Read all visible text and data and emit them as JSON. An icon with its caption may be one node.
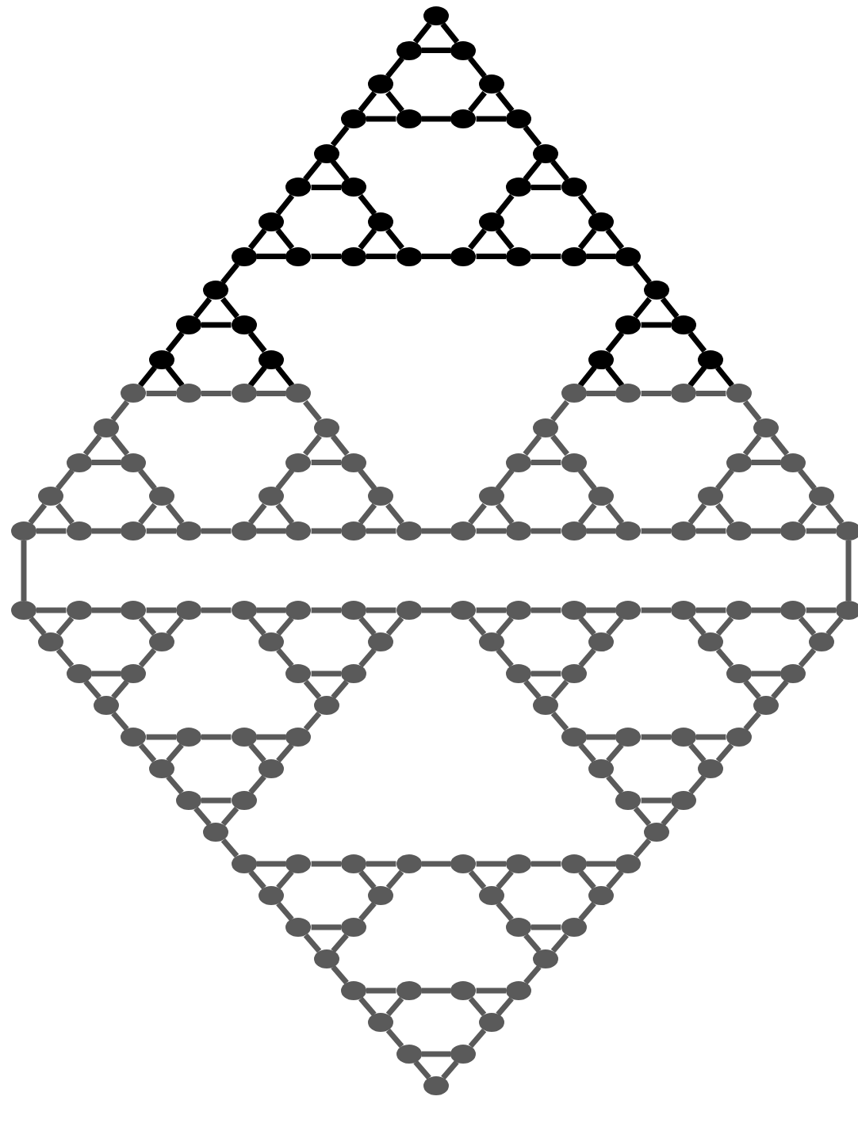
{
  "diagram": {
    "nodes": [
      {
        "text": [],
        "shape": "circle"
      },
      {
        "text": [],
        "shape": "circle"
      },
      {
        "text": [],
        "shape": "circle"
      },
      {
        "text": [],
        "shape": "circle"
      },
      {
        "text": [],
        "shape": "circle"
      },
      {
        "text": [],
        "shape": "circle"
      },
      {
        "text": [],
        "shape": "circle"
      },
      {
        "text": [],
        "shape": "circle"
      },
      {
        "text": [],
        "shape": "circle"
      },
      {
        "text": [],
        "shape": "circle"
      },
      {
        "text": [],
        "shape": "circle"
      },
      {
        "text": [],
        "shape": "circle"
      },
      {
        "text": [],
        "shape": "circle"
      },
      {
        "text": [],
        "shape": "circle"
      },
      {
        "text": [],
        "shape": "circle"
      },
      {
        "text": [],
        "shape": "circle"
      },
      {
        "text": [],
        "shape": "circle"
      },
      {
        "text": [],
        "shape": "circle"
      },
      {
        "text": [],
        "shape": "circle"
      },
      {
        "text": [],
        "shape": "circle"
      },
      {
        "text": [],
        "shape": "circle"
      },
      {
        "text": [],
        "shape": "circle"
      },
      {
        "text": [],
        "shape": "circle"
      },
      {
        "text": [],
        "shape": "circle"
      },
      {
        "text": [],
        "shape": "circle"
      },
      {
        "text": [],
        "shape": "circle"
      },
      {
        "text": [],
        "shape": "circle"
      },
      {
        "text": [],
        "shape": "circle"
      },
      {
        "text": [],
        "shape": "circle"
      },
      {
        "text": [],
        "shape": "circle"
      },
      {
        "text": [],
        "shape": "circle"
      },
      {
        "text": [],
        "shape": "circle"
      },
      {
        "text": [],
        "shape": "circle"
      },
      {
        "text": [],
        "shape": "circle"
      },
      {
        "text": [],
        "shape": "circle"
      },
      {
        "text": [],
        "shape": "circle"
      },
      {
        "text": [],
        "shape": "circle"
      },
      {
        "text": [],
        "shape": "circle"
      },
      {
        "text": [],
        "shape": "circle"
      },
      {
        "text": [],
        "shape": "circle"
      },
      {
        "text": [],
        "shape": "circle"
      },
      {
        "text": [],
        "shape": "circle"
      },
      {
        "text": [],
        "shape": "circle"
      },
      {
        "text": [],
        "shape": "circle"
      },
      {
        "text": [],
        "shape": "circle"
      },
      {
        "text": [],
        "shape": "circle"
      },
      {
        "text": [],
        "shape": "circle"
      },
      {
        "text": [],
        "shape": "circle"
      },
      {
        "text": [],
        "shape": "circle"
      },
      {
        "text": [],
        "shape": "circle"
      },
      {
        "text": [],
        "shape": "circle"
      },
      {
        "text": [],
        "shape": "circle"
      },
      {
        "text": [],
        "shape": "circle"
      },
      {
        "text": [],
        "shape": "circle"
      },
      {
        "text": [],
        "shape": "circle"
      },
      {
        "text": [],
        "shape": "circle"
      },
      {
        "text": [],
        "shape": "circle"
      },
      {
        "text": [],
        "shape": "circle"
      },
      {
        "text": [],
        "shape": "circle"
      },
      {
        "text": [],
        "shape": "circle"
      },
      {
        "text": [],
        "shape": "circle"
      },
      {
        "text": [],
        "shape": "circle"
      },
      {
        "text": [],
        "shape": "circle"
      },
      {
        "text": [],
        "shape": "circle"
      },
      {
        "text": [],
        "shape": "circle"
      },
      {
        "text": [],
        "shape": "circle"
      },
      {
        "text": [],
        "shape": "circle"
      },
      {
        "text": [],
        "shape": "circle"
      },
      {
        "text": [],
        "shape": "circle"
      },
      {
        "text": [],
        "shape": "circle"
      },
      {
        "text": [],
        "shape": "circle"
      },
      {
        "text": [],
        "shape": "circle"
      },
      {
        "text": [],
        "shape": "circle"
      },
      {
        "text": [],
        "shape": "circle"
      },
      {
        "text": [],
        "shape": "circle"
      },
      {
        "text": [],
        "shape": "circle"
      },
      {
        "text": [],
        "shape": "circle"
      },
      {
        "text": [],
        "shape": "circle"
      },
      {
        "text": [],
        "shape": "circle"
      },
      {
        "text": [],
        "shape": "circle"
      },
      {
        "text": [],
        "shape": "circle"
      },
      {
        "text": [],
        "shape": "circle"
      },
      {
        "text": [],
        "shape": "circle"
      },
      {
        "text": [],
        "shape": "circle"
      },
      {
        "text": [],
        "shape": "circle"
      },
      {
        "text": [],
        "shape": "circle"
      },
      {
        "text": [],
        "shape": "circle"
      },
      {
        "text": [],
        "shape": "circle"
      },
      {
        "text": [],
        "shape": "circle"
      },
      {
        "text": [],
        "shape": "circle"
      },
      {
        "text": [],
        "shape": "circle"
      },
      {
        "text": [],
        "shape": "circle"
      },
      {
        "text": [],
        "shape": "circle"
      },
      {
        "text": [],
        "shape": "circle"
      },
      {
        "text": [],
        "shape": "circle"
      },
      {
        "text": [],
        "shape": "circle"
      },
      {
        "text": [],
        "shape": "circle"
      },
      {
        "text": [],
        "shape": "circle"
      },
      {
        "text": [],
        "shape": "circle"
      },
      {
        "text": [],
        "shape": "circle"
      },
      {
        "text": [],
        "shape": "circle"
      },
      {
        "text": [],
        "shape": "circle"
      },
      {
        "text": [],
        "shape": "circle"
      },
      {
        "text": [],
        "shape": "circle"
      },
      {
        "text": [],
        "shape": "circle"
      },
      {
        "text": [],
        "shape": "circle"
      },
      {
        "text": [],
        "shape": "circle"
      },
      {
        "text": [],
        "shape": "circle"
      },
      {
        "text": [],
        "shape": "circle"
      },
      {
        "text": [],
        "shape": "circle"
      },
      {
        "text": [],
        "shape": "circle"
      },
      {
        "text": [],
        "shape": "circle"
      },
      {
        "text": [],
        "shape": "circle"
      },
      {
        "text": [],
        "shape": "circle"
      },
      {
        "text": [],
        "shape": "circle"
      },
      {
        "text": [],
        "shape": "circle"
      },
      {
        "text": [],
        "shape": "circle"
      },
      {
        "text": [],
        "shape": "circle"
      },
      {
        "text": [],
        "shape": "circle"
      },
      {
        "text": [],
        "shape": "circle"
      },
      {
        "text": [],
        "shape": "circle"
      },
      {
        "text": [],
        "shape": "circle"
      },
      {
        "text": [],
        "shape": "circle"
      },
      {
        "text": [],
        "shape": "circle"
      },
      {
        "text": [],
        "shape": "circle"
      },
      {
        "text": [],
        "shape": "circle"
      },
      {
        "text": [],
        "shape": "circle"
      },
      {
        "text": [],
        "shape": "circle"
      },
      {
        "text": [],
        "shape": "circle"
      },
      {
        "text": [],
        "shape": "circle"
      },
      {
        "text": [],
        "shape": "circle"
      },
      {
        "text": [],
        "shape": "circle"
      },
      {
        "text": [],
        "shape": "circle"
      },
      {
        "text": [],
        "shape": "circle"
      },
      {
        "text": [],
        "shape": "circle"
      },
      {
        "text": [],
        "shape": "circle"
      },
      {
        "text": [],
        "shape": "circle"
      },
      {
        "text": [],
        "shape": "circle"
      },
      {
        "text": [],
        "shape": "circle"
      },
      {
        "text": [],
        "shape": "circle"
      },
      {
        "text": [],
        "shape": "circle"
      },
      {
        "text": [],
        "shape": "circle"
      },
      {
        "text": [],
        "shape": "circle"
      },
      {
        "text": [],
        "shape": "circle"
      },
      {
        "text": [],
        "shape": "circle"
      },
      {
        "text": [],
        "shape": "circle"
      },
      {
        "text": [],
        "shape": "circle"
      },
      {
        "text": [],
        "shape": "circle"
      },
      {
        "text": [],
        "shape": "circle"
      },
      {
        "text": [],
        "shape": "circle"
      },
      {
        "text": [],
        "shape": "circle"
      },
      {
        "text": [],
        "shape": "circle"
      },
      {
        "text": [],
        "shape": "circle"
      },
      {
        "text": [],
        "shape": "circle"
      },
      {
        "text": [],
        "shape": "circle"
      },
      {
        "text": [],
        "shape": "circle"
      },
      {
        "text": [],
        "shape": "circle"
      },
      {
        "text": [],
        "shape": "circle"
      },
      {
        "text": [],
        "shape": "circle"
      },
      {
        "text": [],
        "shape": "circle"
      },
      {
        "text": [],
        "shape": "circle"
      },
      {
        "text": [],
        "shape": "circle"
      }
    ],
    "edges": [
      {
        "from": 0,
        "to": 1,
        "arrow": "none",
        "color": "#000000"
      },
      {
        "from": 0,
        "to": 2,
        "arrow": "none",
        "color": "#000000"
      },
      {
        "from": 1,
        "to": 2,
        "arrow": "none",
        "color": "#000000"
      },
      {
        "from": 1,
        "to": 3,
        "arrow": "none",
        "color": "#000000"
      },
      {
        "from": 2,
        "to": 4,
        "arrow": "none",
        "color": "#000000"
      },
      {
        "from": 3,
        "to": 5,
        "arrow": "none",
        "color": "#000000"
      },
      {
        "from": 3,
        "to": 6,
        "arrow": "none",
        "color": "#000000"
      },
      {
        "from": 4,
        "to": 7,
        "arrow": "none",
        "color": "#000000"
      },
      {
        "from": 4,
        "to": 8,
        "arrow": "none",
        "color": "#000000"
      },
      {
        "from": 5,
        "to": 6,
        "arrow": "none",
        "color": "#000000"
      },
      {
        "from": 6,
        "to": 7,
        "arrow": "none",
        "color": "#000000"
      },
      {
        "from": 7,
        "to": 8,
        "arrow": "none",
        "color": "#000000"
      },
      {
        "from": 5,
        "to": 9,
        "arrow": "none",
        "color": "#000000"
      },
      {
        "from": 8,
        "to": 10,
        "arrow": "none",
        "color": "#000000"
      },
      {
        "from": 9,
        "to": 11,
        "arrow": "none",
        "color": "#000000"
      },
      {
        "from": 9,
        "to": 12,
        "arrow": "none",
        "color": "#000000"
      },
      {
        "from": 10,
        "to": 13,
        "arrow": "none",
        "color": "#000000"
      },
      {
        "from": 10,
        "to": 14,
        "arrow": "none",
        "color": "#000000"
      },
      {
        "from": 11,
        "to": 12,
        "arrow": "none",
        "color": "#000000"
      },
      {
        "from": 13,
        "to": 14,
        "arrow": "none",
        "color": "#000000"
      },
      {
        "from": 11,
        "to": 15,
        "arrow": "none",
        "color": "#000000"
      },
      {
        "from": 12,
        "to": 16,
        "arrow": "none",
        "color": "#000000"
      },
      {
        "from": 13,
        "to": 17,
        "arrow": "none",
        "color": "#000000"
      },
      {
        "from": 14,
        "to": 18,
        "arrow": "none",
        "color": "#000000"
      },
      {
        "from": 15,
        "to": 19,
        "arrow": "none",
        "color": "#000000"
      },
      {
        "from": 15,
        "to": 20,
        "arrow": "none",
        "color": "#000000"
      },
      {
        "from": 16,
        "to": 21,
        "arrow": "none",
        "color": "#000000"
      },
      {
        "from": 16,
        "to": 22,
        "arrow": "none",
        "color": "#000000"
      },
      {
        "from": 17,
        "to": 23,
        "arrow": "none",
        "color": "#000000"
      },
      {
        "from": 17,
        "to": 24,
        "arrow": "none",
        "color": "#000000"
      },
      {
        "from": 18,
        "to": 25,
        "arrow": "none",
        "color": "#000000"
      },
      {
        "from": 18,
        "to": 26,
        "arrow": "none",
        "color": "#000000"
      },
      {
        "from": 19,
        "to": 20,
        "arrow": "none",
        "color": "#000000"
      },
      {
        "from": 20,
        "to": 21,
        "arrow": "none",
        "color": "#000000"
      },
      {
        "from": 21,
        "to": 22,
        "arrow": "none",
        "color": "#000000"
      },
      {
        "from": 22,
        "to": 23,
        "arrow": "none",
        "color": "#000000"
      },
      {
        "from": 23,
        "to": 24,
        "arrow": "none",
        "color": "#000000"
      },
      {
        "from": 24,
        "to": 25,
        "arrow": "none",
        "color": "#000000"
      },
      {
        "from": 25,
        "to": 26,
        "arrow": "none",
        "color": "#000000"
      },
      {
        "from": 19,
        "to": 27,
        "arrow": "none",
        "color": "#000000"
      },
      {
        "from": 26,
        "to": 28,
        "arrow": "none",
        "color": "#000000"
      },
      {
        "from": 27,
        "to": 29,
        "arrow": "none",
        "color": "#000000"
      },
      {
        "from": 27,
        "to": 30,
        "arrow": "none",
        "color": "#000000"
      },
      {
        "from": 29,
        "to": 30,
        "arrow": "none",
        "color": "#000000"
      },
      {
        "from": 29,
        "to": 33,
        "arrow": "none",
        "color": "#000000"
      },
      {
        "from": 30,
        "to": 34,
        "arrow": "none",
        "color": "#000000"
      },
      {
        "from": 33,
        "to": 37,
        "arrow": "none",
        "color": "#000000"
      },
      {
        "from": 33,
        "to": 38,
        "arrow": "none",
        "color": "#000000"
      },
      {
        "from": 34,
        "to": 39,
        "arrow": "none",
        "color": "#000000"
      },
      {
        "from": 34,
        "to": 40,
        "arrow": "none",
        "color": "#000000"
      },
      {
        "from": 37,
        "to": 38,
        "arrow": "none"
      },
      {
        "from": 38,
        "to": 39,
        "arrow": "none"
      },
      {
        "from": 39,
        "to": 40,
        "arrow": "none"
      },
      {
        "from": 37,
        "to": 45,
        "arrow": "none"
      },
      {
        "from": 40,
        "to": 46,
        "arrow": "none"
      },
      {
        "from": 45,
        "to": 49,
        "arrow": "none"
      },
      {
        "from": 45,
        "to": 50,
        "arrow": "none"
      },
      {
        "from": 46,
        "to": 51,
        "arrow": "none"
      },
      {
        "from": 46,
        "to": 52,
        "arrow": "none"
      },
      {
        "from": 49,
        "to": 50,
        "arrow": "none"
      },
      {
        "from": 51,
        "to": 52,
        "arrow": "none"
      },
      {
        "from": 49,
        "to": 57,
        "arrow": "none"
      },
      {
        "from": 50,
        "to": 58,
        "arrow": "none"
      },
      {
        "from": 51,
        "to": 59,
        "arrow": "none"
      },
      {
        "from": 52,
        "to": 60,
        "arrow": "none"
      },
      {
        "from": 57,
        "to": 65,
        "arrow": "none"
      },
      {
        "from": 57,
        "to": 66,
        "arrow": "none"
      },
      {
        "from": 58,
        "to": 67,
        "arrow": "none"
      },
      {
        "from": 58,
        "to": 68,
        "arrow": "none"
      },
      {
        "from": 59,
        "to": 69,
        "arrow": "none"
      },
      {
        "from": 59,
        "to": 70,
        "arrow": "none"
      },
      {
        "from": 60,
        "to": 71,
        "arrow": "none"
      },
      {
        "from": 60,
        "to": 72,
        "arrow": "none"
      },
      {
        "from": 65,
        "to": 66,
        "arrow": "none"
      },
      {
        "from": 66,
        "to": 67,
        "arrow": "none"
      },
      {
        "from": 67,
        "to": 68,
        "arrow": "none"
      },
      {
        "from": 68,
        "to": 69,
        "arrow": "none"
      },
      {
        "from": 69,
        "to": 70,
        "arrow": "none"
      },
      {
        "from": 70,
        "to": 71,
        "arrow": "none"
      },
      {
        "from": 71,
        "to": 72,
        "arrow": "none"
      },
      {
        "from": 28,
        "to": 31,
        "arrow": "none",
        "color": "#000000"
      },
      {
        "from": 28,
        "to": 32,
        "arrow": "none",
        "color": "#000000"
      },
      {
        "from": 31,
        "to": 32,
        "arrow": "none",
        "color": "#000000"
      },
      {
        "from": 31,
        "to": 35,
        "arrow": "none",
        "color": "#000000"
      },
      {
        "from": 32,
        "to": 36,
        "arrow": "none",
        "color": "#000000"
      },
      {
        "from": 35,
        "to": 41,
        "arrow": "none",
        "color": "#000000"
      },
      {
        "from": 35,
        "to": 42,
        "arrow": "none",
        "color": "#000000"
      },
      {
        "from": 36,
        "to": 43,
        "arrow": "none",
        "color": "#000000"
      },
      {
        "from": 36,
        "to": 44,
        "arrow": "none",
        "color": "#000000"
      },
      {
        "from": 41,
        "to": 42,
        "arrow": "none"
      },
      {
        "from": 42,
        "to": 43,
        "arrow": "none"
      },
      {
        "from": 43,
        "to": 44,
        "arrow": "none"
      },
      {
        "from": 41,
        "to": 47,
        "arrow": "none"
      },
      {
        "from": 44,
        "to": 48,
        "arrow": "none"
      },
      {
        "from": 47,
        "to": 53,
        "arrow": "none"
      },
      {
        "from": 47,
        "to": 54,
        "arrow": "none"
      },
      {
        "from": 48,
        "to": 55,
        "arrow": "none"
      },
      {
        "from": 48,
        "to": 56,
        "arrow": "none"
      },
      {
        "from": 53,
        "to": 54,
        "arrow": "none"
      },
      {
        "from": 55,
        "to": 56,
        "arrow": "none"
      },
      {
        "from": 53,
        "to": 61,
        "arrow": "none"
      },
      {
        "from": 54,
        "to": 62,
        "arrow": "none"
      },
      {
        "from": 55,
        "to": 63,
        "arrow": "none"
      },
      {
        "from": 56,
        "to": 64,
        "arrow": "none"
      },
      {
        "from": 61,
        "to": 73,
        "arrow": "none"
      },
      {
        "from": 61,
        "to": 74,
        "arrow": "none"
      },
      {
        "from": 62,
        "to": 75,
        "arrow": "none"
      },
      {
        "from": 62,
        "to": 76,
        "arrow": "none"
      },
      {
        "from": 63,
        "to": 77,
        "arrow": "none"
      },
      {
        "from": 63,
        "to": 78,
        "arrow": "none"
      },
      {
        "from": 64,
        "to": 79,
        "arrow": "none"
      },
      {
        "from": 64,
        "to": 80,
        "arrow": "none"
      },
      {
        "from": 73,
        "to": 74,
        "arrow": "none"
      },
      {
        "from": 74,
        "to": 75,
        "arrow": "none"
      },
      {
        "from": 75,
        "to": 76,
        "arrow": "none"
      },
      {
        "from": 76,
        "to": 77,
        "arrow": "none"
      },
      {
        "from": 77,
        "to": 78,
        "arrow": "none"
      },
      {
        "from": 78,
        "to": 79,
        "arrow": "none"
      },
      {
        "from": 79,
        "to": 80,
        "arrow": "none"
      },
      {
        "from": 72,
        "to": 73,
        "arrow": "none"
      },
      {
        "from": 65,
        "to": 81,
        "arrow": "none"
      },
      {
        "from": 80,
        "to": 96,
        "arrow": "none"
      },
      {
        "from": 81,
        "to": 82,
        "arrow": "none"
      },
      {
        "from": 82,
        "to": 83,
        "arrow": "none"
      },
      {
        "from": 83,
        "to": 84,
        "arrow": "none"
      },
      {
        "from": 84,
        "to": 85,
        "arrow": "none"
      },
      {
        "from": 85,
        "to": 86,
        "arrow": "none"
      },
      {
        "from": 86,
        "to": 87,
        "arrow": "none"
      },
      {
        "from": 87,
        "to": 88,
        "arrow": "none"
      },
      {
        "from": 88,
        "to": 89,
        "arrow": "none"
      },
      {
        "from": 89,
        "to": 90,
        "arrow": "none"
      },
      {
        "from": 90,
        "to": 91,
        "arrow": "none"
      },
      {
        "from": 91,
        "to": 92,
        "arrow": "none"
      },
      {
        "from": 92,
        "to": 93,
        "arrow": "none"
      },
      {
        "from": 93,
        "to": 94,
        "arrow": "none"
      },
      {
        "from": 94,
        "to": 95,
        "arrow": "none"
      },
      {
        "from": 95,
        "to": 96,
        "arrow": "none"
      },
      {
        "from": 81,
        "to": 97,
        "arrow": "none"
      },
      {
        "from": 82,
        "to": 97,
        "arrow": "none"
      },
      {
        "from": 83,
        "to": 98,
        "arrow": "none"
      },
      {
        "from": 84,
        "to": 98,
        "arrow": "none"
      },
      {
        "from": 85,
        "to": 99,
        "arrow": "none"
      },
      {
        "from": 86,
        "to": 99,
        "arrow": "none"
      },
      {
        "from": 87,
        "to": 100,
        "arrow": "none"
      },
      {
        "from": 88,
        "to": 100,
        "arrow": "none"
      },
      {
        "from": 89,
        "to": 101,
        "arrow": "none"
      },
      {
        "from": 90,
        "to": 101,
        "arrow": "none"
      },
      {
        "from": 91,
        "to": 102,
        "arrow": "none"
      },
      {
        "from": 92,
        "to": 102,
        "arrow": "none"
      },
      {
        "from": 93,
        "to": 103,
        "arrow": "none"
      },
      {
        "from": 94,
        "to": 103,
        "arrow": "none"
      },
      {
        "from": 95,
        "to": 104,
        "arrow": "none"
      },
      {
        "from": 96,
        "to": 104,
        "arrow": "none"
      },
      {
        "from": 97,
        "to": 105,
        "arrow": "none"
      },
      {
        "from": 98,
        "to": 106,
        "arrow": "none"
      },
      {
        "from": 99,
        "to": 107,
        "arrow": "none"
      },
      {
        "from": 100,
        "to": 108,
        "arrow": "none"
      },
      {
        "from": 101,
        "to": 109,
        "arrow": "none"
      },
      {
        "from": 102,
        "to": 110,
        "arrow": "none"
      },
      {
        "from": 103,
        "to": 111,
        "arrow": "none"
      },
      {
        "from": 104,
        "to": 112,
        "arrow": "none"
      },
      {
        "from": 105,
        "to": 106,
        "arrow": "none"
      },
      {
        "from": 107,
        "to": 108,
        "arrow": "none"
      },
      {
        "from": 109,
        "to": 110,
        "arrow": "none"
      },
      {
        "from": 111,
        "to": 112,
        "arrow": "none"
      },
      {
        "from": 105,
        "to": 113,
        "arrow": "none"
      },
      {
        "from": 106,
        "to": 113,
        "arrow": "none"
      },
      {
        "from": 107,
        "to": 114,
        "arrow": "none"
      },
      {
        "from": 108,
        "to": 114,
        "arrow": "none"
      },
      {
        "from": 109,
        "to": 115,
        "arrow": "none"
      },
      {
        "from": 110,
        "to": 115,
        "arrow": "none"
      },
      {
        "from": 111,
        "to": 116,
        "arrow": "none"
      },
      {
        "from": 112,
        "to": 116,
        "arrow": "none"
      },
      {
        "from": 113,
        "to": 117,
        "arrow": "none"
      },
      {
        "from": 114,
        "to": 120,
        "arrow": "none"
      },
      {
        "from": 115,
        "to": 121,
        "arrow": "none"
      },
      {
        "from": 116,
        "to": 124,
        "arrow": "none"
      },
      {
        "from": 117,
        "to": 118,
        "arrow": "none"
      },
      {
        "from": 118,
        "to": 119,
        "arrow": "none"
      },
      {
        "from": 119,
        "to": 120,
        "arrow": "none"
      },
      {
        "from": 121,
        "to": 122,
        "arrow": "none"
      },
      {
        "from": 122,
        "to": 123,
        "arrow": "none"
      },
      {
        "from": 123,
        "to": 124,
        "arrow": "none"
      },
      {
        "from": 117,
        "to": 125,
        "arrow": "none"
      },
      {
        "from": 118,
        "to": 125,
        "arrow": "none"
      },
      {
        "from": 119,
        "to": 126,
        "arrow": "none"
      },
      {
        "from": 120,
        "to": 126,
        "arrow": "none"
      },
      {
        "from": 121,
        "to": 127,
        "arrow": "none"
      },
      {
        "from": 122,
        "to": 127,
        "arrow": "none"
      },
      {
        "from": 123,
        "to": 128,
        "arrow": "none"
      },
      {
        "from": 124,
        "to": 128,
        "arrow": "none"
      },
      {
        "from": 125,
        "to": 129,
        "arrow": "none"
      },
      {
        "from": 126,
        "to": 130,
        "arrow": "none"
      },
      {
        "from": 127,
        "to": 131,
        "arrow": "none"
      },
      {
        "from": 128,
        "to": 132,
        "arrow": "none"
      },
      {
        "from": 129,
        "to": 130,
        "arrow": "none"
      },
      {
        "from": 131,
        "to": 132,
        "arrow": "none"
      },
      {
        "from": 129,
        "to": 133,
        "arrow": "none"
      },
      {
        "from": 130,
        "to": 133,
        "arrow": "none"
      },
      {
        "from": 131,
        "to": 134,
        "arrow": "none"
      },
      {
        "from": 132,
        "to": 134,
        "arrow": "none"
      },
      {
        "from": 133,
        "to": 135,
        "arrow": "none"
      },
      {
        "from": 134,
        "to": 142,
        "arrow": "none"
      },
      {
        "from": 135,
        "to": 136,
        "arrow": "none"
      },
      {
        "from": 136,
        "to": 137,
        "arrow": "none"
      },
      {
        "from": 137,
        "to": 138,
        "arrow": "none"
      },
      {
        "from": 138,
        "to": 139,
        "arrow": "none"
      },
      {
        "from": 139,
        "to": 140,
        "arrow": "none"
      },
      {
        "from": 140,
        "to": 141,
        "arrow": "none"
      },
      {
        "from": 141,
        "to": 142,
        "arrow": "none"
      },
      {
        "from": 135,
        "to": 143,
        "arrow": "none"
      },
      {
        "from": 136,
        "to": 143,
        "arrow": "none"
      },
      {
        "from": 137,
        "to": 144,
        "arrow": "none"
      },
      {
        "from": 138,
        "to": 144,
        "arrow": "none"
      },
      {
        "from": 139,
        "to": 145,
        "arrow": "none"
      },
      {
        "from": 140,
        "to": 145,
        "arrow": "none"
      },
      {
        "from": 141,
        "to": 146,
        "arrow": "none"
      },
      {
        "from": 142,
        "to": 146,
        "arrow": "none"
      },
      {
        "from": 143,
        "to": 147,
        "arrow": "none"
      },
      {
        "from": 144,
        "to": 148,
        "arrow": "none"
      },
      {
        "from": 145,
        "to": 149,
        "arrow": "none"
      },
      {
        "from": 146,
        "to": 150,
        "arrow": "none"
      },
      {
        "from": 147,
        "to": 148,
        "arrow": "none"
      },
      {
        "from": 149,
        "to": 150,
        "arrow": "none"
      },
      {
        "from": 147,
        "to": 151,
        "arrow": "none"
      },
      {
        "from": 148,
        "to": 151,
        "arrow": "none"
      },
      {
        "from": 149,
        "to": 152,
        "arrow": "none"
      },
      {
        "from": 150,
        "to": 152,
        "arrow": "none"
      },
      {
        "from": 151,
        "to": 153,
        "arrow": "none"
      },
      {
        "from": 152,
        "to": 156,
        "arrow": "none"
      },
      {
        "from": 153,
        "to": 154,
        "arrow": "none"
      },
      {
        "from": 154,
        "to": 155,
        "arrow": "none"
      },
      {
        "from": 155,
        "to": 156,
        "arrow": "none"
      },
      {
        "from": 153,
        "to": 157,
        "arrow": "none"
      },
      {
        "from": 154,
        "to": 157,
        "arrow": "none"
      },
      {
        "from": 155,
        "to": 158,
        "arrow": "none"
      },
      {
        "from": 156,
        "to": 158,
        "arrow": "none"
      },
      {
        "from": 157,
        "to": 159,
        "arrow": "none"
      },
      {
        "from": 158,
        "to": 160,
        "arrow": "none"
      },
      {
        "from": 159,
        "to": 160,
        "arrow": "none"
      },
      {
        "from": 159,
        "to": 161,
        "arrow": "none"
      },
      {
        "from": 160,
        "to": 161,
        "arrow": "none"
      }
    ]
  }
}
